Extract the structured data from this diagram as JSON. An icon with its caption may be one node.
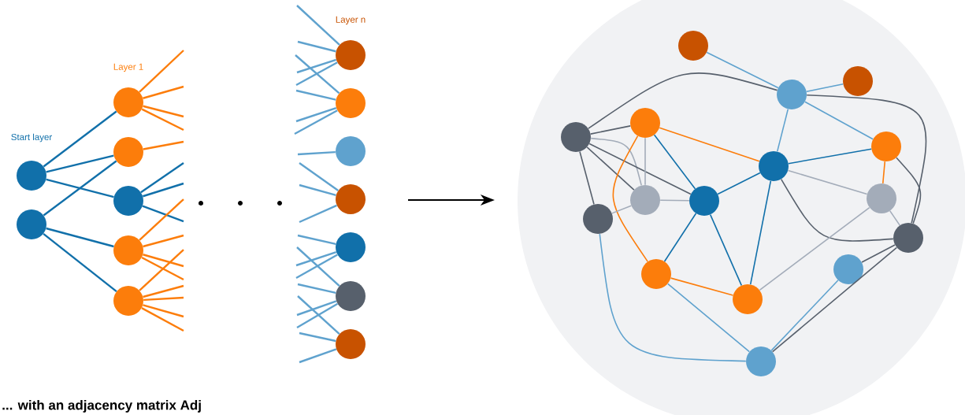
{
  "diagram": {
    "caption": "... with an adjacency matrix Adj",
    "labels": [
      "Start layer",
      "Layer 1",
      "Layer n"
    ],
    "nodes": [
      {
        "text": [],
        "shape": "circle"
      },
      {
        "text": [],
        "shape": "circle"
      },
      {
        "text": [],
        "shape": "circle"
      },
      {
        "text": [],
        "shape": "circle"
      },
      {
        "text": [],
        "shape": "circle"
      },
      {
        "text": [],
        "shape": "circle"
      },
      {
        "text": [],
        "shape": "circle"
      },
      {
        "text": [],
        "shape": "circle"
      },
      {
        "text": [],
        "shape": "circle"
      },
      {
        "text": [],
        "shape": "circle"
      },
      {
        "text": [],
        "shape": "circle"
      },
      {
        "text": [],
        "shape": "circle"
      },
      {
        "text": [],
        "shape": "circle"
      },
      {
        "text": [],
        "shape": "circle"
      },
      {
        "text": [],
        "shape": "circle"
      },
      {
        "text": [],
        "shape": "circle"
      },
      {
        "text": [],
        "shape": "circle"
      },
      {
        "text": [],
        "shape": "circle"
      },
      {
        "text": [],
        "shape": "circle"
      },
      {
        "text": [],
        "shape": "circle"
      },
      {
        "text": [],
        "shape": "circle"
      },
      {
        "text": [],
        "shape": "circle"
      },
      {
        "text": [],
        "shape": "circle"
      },
      {
        "text": [],
        "shape": "circle"
      },
      {
        "text": [],
        "shape": "circle"
      },
      {
        "text": [],
        "shape": "circle"
      },
      {
        "text": [],
        "shape": "circle"
      },
      {
        "text": [],
        "shape": "circle"
      },
      {
        "text": [],
        "shape": "circle"
      },
      {
        "text": [],
        "shape": "circle"
      }
    ],
    "edges": [
      {
        "from": 0,
        "to": 2,
        "arrow": "none",
        "color": "#1170aa"
      },
      {
        "from": 0,
        "to": 3,
        "arrow": "none",
        "color": "#1170aa"
      },
      {
        "from": 0,
        "to": 4,
        "arrow": "none",
        "color": "#1170aa"
      },
      {
        "from": 1,
        "to": 3,
        "arrow": "none",
        "color": "#1170aa"
      },
      {
        "from": 1,
        "to": 5,
        "arrow": "none",
        "color": "#1170aa"
      },
      {
        "from": 1,
        "to": 6,
        "arrow": "none",
        "color": "#1170aa"
      },
      {
        "from": 2,
        "to": null,
        "arrow": "none",
        "color": "#fc7d0b"
      },
      {
        "from": 2,
        "to": null,
        "arrow": "none",
        "color": "#fc7d0b"
      },
      {
        "from": 2,
        "to": null,
        "arrow": "none",
        "color": "#fc7d0b"
      },
      {
        "from": 2,
        "to": null,
        "arrow": "none",
        "color": "#fc7d0b"
      },
      {
        "from": 3,
        "to": null,
        "arrow": "none",
        "color": "#fc7d0b"
      },
      {
        "from": 4,
        "to": null,
        "arrow": "none",
        "color": "#1170aa"
      },
      {
        "from": 4,
        "to": null,
        "arrow": "none",
        "color": "#1170aa"
      },
      {
        "from": 4,
        "to": null,
        "arrow": "none",
        "color": "#1170aa"
      },
      {
        "from": 5,
        "to": null,
        "arrow": "none",
        "color": "#fc7d0b"
      },
      {
        "from": 5,
        "to": null,
        "arrow": "none",
        "color": "#fc7d0b"
      },
      {
        "from": 5,
        "to": null,
        "arrow": "none",
        "color": "#fc7d0b"
      },
      {
        "from": 5,
        "to": null,
        "arrow": "none",
        "color": "#fc7d0b"
      },
      {
        "from": 6,
        "to": null,
        "arrow": "none",
        "color": "#fc7d0b"
      },
      {
        "from": 6,
        "to": null,
        "arrow": "none",
        "color": "#fc7d0b"
      },
      {
        "from": 6,
        "to": null,
        "arrow": "none",
        "color": "#fc7d0b"
      },
      {
        "from": 6,
        "to": null,
        "arrow": "none",
        "color": "#fc7d0b"
      },
      {
        "from": 6,
        "to": null,
        "arrow": "none",
        "color": "#fc7d0b"
      },
      {
        "from": null,
        "to": 7,
        "arrow": "none",
        "color": "#5fa2ce"
      },
      {
        "from": null,
        "to": 7,
        "arrow": "none",
        "color": "#5fa2ce"
      },
      {
        "from": null,
        "to": 7,
        "arrow": "none",
        "color": "#5fa2ce"
      },
      {
        "from": null,
        "to": 7,
        "arrow": "none",
        "color": "#5fa2ce"
      },
      {
        "from": null,
        "to": 8,
        "arrow": "none",
        "color": "#5fa2ce"
      },
      {
        "from": null,
        "to": 8,
        "arrow": "none",
        "color": "#5fa2ce"
      },
      {
        "from": null,
        "to": 8,
        "arrow": "none",
        "color": "#5fa2ce"
      },
      {
        "from": null,
        "to": 8,
        "arrow": "none",
        "color": "#5fa2ce"
      },
      {
        "from": null,
        "to": 9,
        "arrow": "none",
        "color": "#5fa2ce"
      },
      {
        "from": null,
        "to": 10,
        "arrow": "none",
        "color": "#5fa2ce"
      },
      {
        "from": null,
        "to": 10,
        "arrow": "none",
        "color": "#5fa2ce"
      },
      {
        "from": null,
        "to": 10,
        "arrow": "none",
        "color": "#5fa2ce"
      },
      {
        "from": null,
        "to": 11,
        "arrow": "none",
        "color": "#5fa2ce"
      },
      {
        "from": null,
        "to": 11,
        "arrow": "none",
        "color": "#5fa2ce"
      },
      {
        "from": null,
        "to": 11,
        "arrow": "none",
        "color": "#5fa2ce"
      },
      {
        "from": null,
        "to": 12,
        "arrow": "none",
        "color": "#5fa2ce"
      },
      {
        "from": null,
        "to": 12,
        "arrow": "none",
        "color": "#5fa2ce"
      },
      {
        "from": null,
        "to": 12,
        "arrow": "none",
        "color": "#5fa2ce"
      },
      {
        "from": null,
        "to": 12,
        "arrow": "none",
        "color": "#5fa2ce"
      },
      {
        "from": null,
        "to": 13,
        "arrow": "none",
        "color": "#5fa2ce"
      },
      {
        "from": null,
        "to": 13,
        "arrow": "none",
        "color": "#5fa2ce"
      },
      {
        "from": null,
        "to": 13,
        "arrow": "none",
        "color": "#5fa2ce"
      },
      {
        "from": 14,
        "to": 15,
        "arrow": "none",
        "color": "#5fa2ce"
      },
      {
        "from": 15,
        "to": 16,
        "arrow": "none",
        "color": "#5fa2ce"
      },
      {
        "from": 15,
        "to": 19,
        "arrow": "none",
        "color": "#5fa2ce"
      },
      {
        "from": 15,
        "to": 20,
        "arrow": "none",
        "color": "#5fa2ce"
      },
      {
        "from": 17,
        "to": 15,
        "arrow": "none",
        "color": "#57606c"
      },
      {
        "from": 15,
        "to": 25,
        "arrow": "none",
        "color": "#57606c"
      },
      {
        "from": 17,
        "to": 18,
        "arrow": "none",
        "color": "#57606c"
      },
      {
        "from": 17,
        "to": 21,
        "arrow": "none",
        "color": "#57606c"
      },
      {
        "from": 17,
        "to": 21,
        "arrow": "none",
        "color": "#a3acb9"
      },
      {
        "from": 17,
        "to": 22,
        "arrow": "none",
        "color": "#57606c"
      },
      {
        "from": 17,
        "to": 23,
        "arrow": "none",
        "color": "#57606c"
      },
      {
        "from": 18,
        "to": 21,
        "arrow": "none",
        "color": "#a3acb9"
      },
      {
        "from": 18,
        "to": 26,
        "arrow": "none",
        "color": "#fc7d0b"
      },
      {
        "from": 18,
        "to": 22,
        "arrow": "none",
        "color": "#1170aa"
      },
      {
        "from": 18,
        "to": 19,
        "arrow": "none",
        "color": "#fc7d0b"
      },
      {
        "from": 21,
        "to": 23,
        "arrow": "none",
        "color": "#a3acb9"
      },
      {
        "from": 21,
        "to": 22,
        "arrow": "none",
        "color": "#a3acb9"
      },
      {
        "from": 22,
        "to": 19,
        "arrow": "none",
        "color": "#1170aa"
      },
      {
        "from": 22,
        "to": 26,
        "arrow": "none",
        "color": "#1170aa"
      },
      {
        "from": 22,
        "to": 27,
        "arrow": "none",
        "color": "#1170aa"
      },
      {
        "from": 19,
        "to": 27,
        "arrow": "none",
        "color": "#1170aa"
      },
      {
        "from": 19,
        "to": 20,
        "arrow": "none",
        "color": "#1170aa"
      },
      {
        "from": 19,
        "to": 24,
        "arrow": "none",
        "color": "#a3acb9"
      },
      {
        "from": 19,
        "to": 25,
        "arrow": "none",
        "color": "#57606c"
      },
      {
        "from": 20,
        "to": 24,
        "arrow": "none",
        "color": "#fc7d0b"
      },
      {
        "from": 20,
        "to": 25,
        "arrow": "none",
        "color": "#57606c"
      },
      {
        "from": 24,
        "to": 25,
        "arrow": "none",
        "color": "#a3acb9"
      },
      {
        "from": 24,
        "to": 27,
        "arrow": "none",
        "color": "#a3acb9"
      },
      {
        "from": 25,
        "to": 28,
        "arrow": "none",
        "color": "#57606c"
      },
      {
        "from": 25,
        "to": 29,
        "arrow": "none",
        "color": "#57606c"
      },
      {
        "from": 23,
        "to": 29,
        "arrow": "none",
        "color": "#5fa2ce"
      },
      {
        "from": 26,
        "to": 27,
        "arrow": "none",
        "color": "#fc7d0b"
      },
      {
        "from": 26,
        "to": 29,
        "arrow": "none",
        "color": "#5fa2ce"
      },
      {
        "from": 28,
        "to": 29,
        "arrow": "none",
        "color": "#5fa2ce"
      }
    ]
  }
}
